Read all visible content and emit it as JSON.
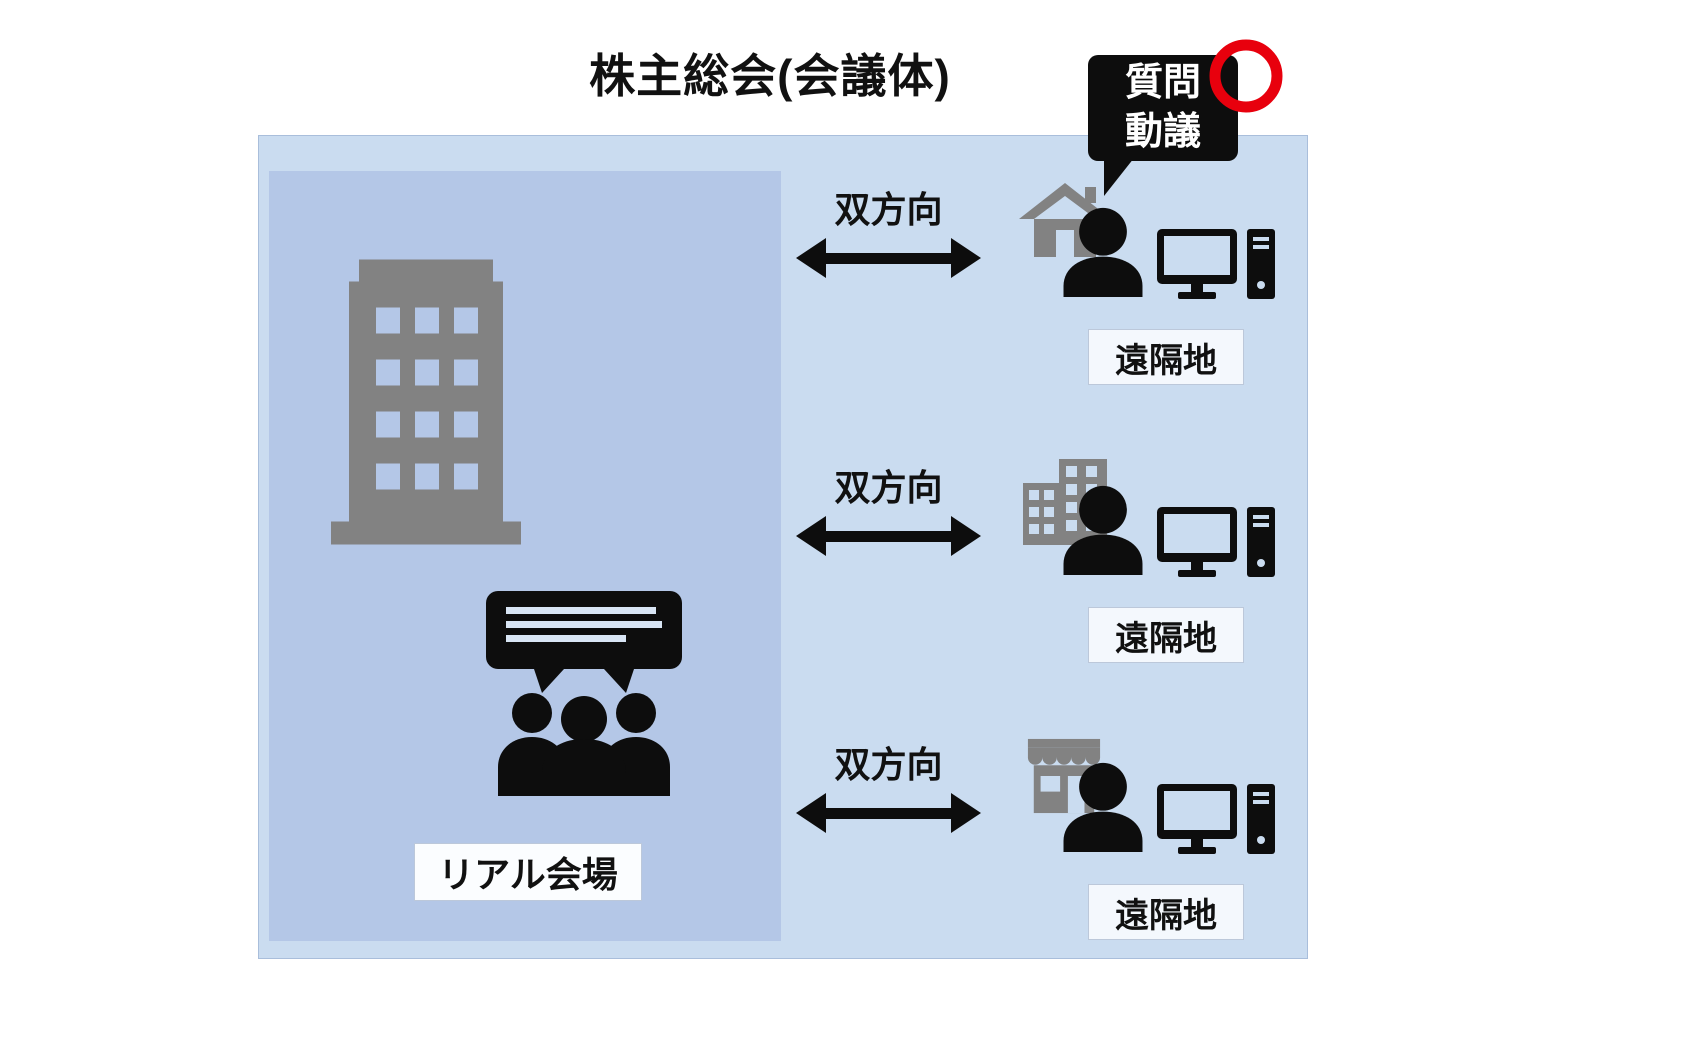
{
  "title": "株主総会(会議体)",
  "annotation_bubble": {
    "lines": [
      "質問",
      "動議"
    ]
  },
  "real_venue": {
    "label": "リアル会場"
  },
  "rows": [
    {
      "arrow_label": "双方向",
      "remote_label": "遠隔地",
      "location_icon": "house-icon"
    },
    {
      "arrow_label": "双方向",
      "remote_label": "遠隔地",
      "location_icon": "office-cluster-icon"
    },
    {
      "arrow_label": "双方向",
      "remote_label": "遠隔地",
      "location_icon": "storefront-icon"
    }
  ],
  "colors": {
    "panel_bg": "#cadcf0",
    "inner_panel_bg": "#b4c7e7",
    "icon_gray": "#828282",
    "ink": "#111111",
    "red": "#e8000d",
    "label_bg": "#f4f8fd",
    "label_border": "#bcc8da",
    "bubble_line": "#d8e5f4"
  }
}
